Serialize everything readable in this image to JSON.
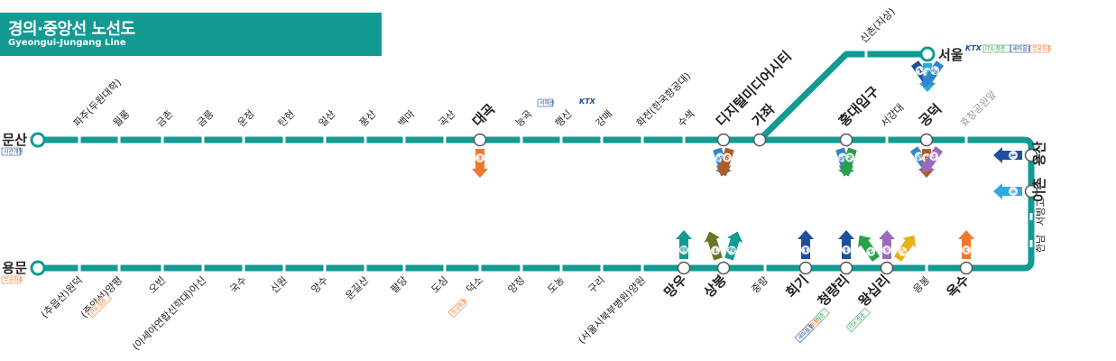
{
  "title": {
    "ko": "경의·중앙선 노선도",
    "en": "Gyeongui-Jungang Line"
  },
  "colors": {
    "line": "#129a93",
    "line1": "#1e4f9c",
    "line2": "#2b9e49",
    "line3": "#f0772d",
    "line4": "#2ea9df",
    "line5": "#9b6bb8",
    "line6": "#b05a26",
    "line7": "#6c7321",
    "airport": "#2f86c9",
    "gyeongchun": "#129a93",
    "bundang": "#e6b21a",
    "ktx": "#1e4f9c"
  },
  "stations_top": [
    {
      "name": "문산",
      "big": true,
      "tag": "시간개통"
    },
    {
      "name": "파주(두원대학)"
    },
    {
      "name": "월롱"
    },
    {
      "name": "금촌"
    },
    {
      "name": "금릉"
    },
    {
      "name": "운정"
    },
    {
      "name": "탄현"
    },
    {
      "name": "일산"
    },
    {
      "name": "풍산"
    },
    {
      "name": "백마"
    },
    {
      "name": "곡산"
    },
    {
      "name": "대곡",
      "big": true
    },
    {
      "name": "능곡",
      "tag": "서해선"
    },
    {
      "name": "행신",
      "tag": "KTX"
    },
    {
      "name": "강매"
    },
    {
      "name": "화전(한국항공대)"
    },
    {
      "name": "수색"
    },
    {
      "name": "디지털미디어시티",
      "big": true
    },
    {
      "name": "가좌",
      "big": true
    },
    {
      "name": "홍대입구",
      "big": true
    },
    {
      "name": "서강대"
    },
    {
      "name": "공덕",
      "big": true
    },
    {
      "name": "효창공원앞",
      "grey": true
    }
  ],
  "stations_branch": [
    {
      "name": "신촌(지상)"
    },
    {
      "name": "서울",
      "big": true,
      "tags": [
        "KTX",
        "ITX-청춘",
        "새마을호",
        "무궁화호"
      ]
    }
  ],
  "stations_right": [
    {
      "name": "용산",
      "big": true
    },
    {
      "name": "이촌",
      "big": true
    },
    {
      "name": "서빙고"
    },
    {
      "name": "한남"
    }
  ],
  "stations_bottom": [
    {
      "name": "용문",
      "big": true,
      "tag": "무궁화호"
    },
    {
      "name": "(추읍산)원덕"
    },
    {
      "name": "(중앙선)양평",
      "tag": "ITX-청춘"
    },
    {
      "name": "오빈"
    },
    {
      "name": "(아세아연합신학대)아신"
    },
    {
      "name": "국수"
    },
    {
      "name": "신원"
    },
    {
      "name": "양수"
    },
    {
      "name": "운길산"
    },
    {
      "name": "팔당"
    },
    {
      "name": "도심"
    },
    {
      "name": "덕소",
      "tag": "무궁화호"
    },
    {
      "name": "양정"
    },
    {
      "name": "도농"
    },
    {
      "name": "구리"
    },
    {
      "name": "(서울시북부병원)양원"
    },
    {
      "name": "망우",
      "big": true
    },
    {
      "name": "상봉",
      "big": true
    },
    {
      "name": "중랑"
    },
    {
      "name": "회기",
      "big": true
    },
    {
      "name": "청량리",
      "big": true,
      "tags": [
        "ITX-청춘",
        "무궁화호",
        "새마을호"
      ]
    },
    {
      "name": "왕십리",
      "big": true,
      "tags": [
        "ITX-청춘"
      ]
    },
    {
      "name": "응봉"
    },
    {
      "name": "옥수",
      "big": true
    }
  ],
  "transfers": [
    {
      "at": "대곡",
      "lines": [
        "3"
      ],
      "dir": "down"
    },
    {
      "at": "디지털미디어시티",
      "lines": [
        "공항",
        "6"
      ],
      "dir": "down"
    },
    {
      "at": "홍대입구",
      "lines": [
        "공항",
        "2"
      ],
      "dir": "down"
    },
    {
      "at": "공덕",
      "lines": [
        "공항",
        "6",
        "5"
      ],
      "dir": "down"
    },
    {
      "at": "서울",
      "lines": [
        "1",
        "4",
        "공항"
      ],
      "dir": "down"
    },
    {
      "at": "용산",
      "lines": [
        "1"
      ],
      "dir": "left"
    },
    {
      "at": "이촌",
      "lines": [
        "4"
      ],
      "dir": "left"
    },
    {
      "at": "망우",
      "lines": [
        "경춘"
      ],
      "dir": "up"
    },
    {
      "at": "상봉",
      "lines": [
        "7",
        "경춘"
      ],
      "dir": "up"
    },
    {
      "at": "회기",
      "lines": [
        "1"
      ],
      "dir": "up"
    },
    {
      "at": "청량리",
      "lines": [
        "1"
      ],
      "dir": "up"
    },
    {
      "at": "왕십리",
      "lines": [
        "2",
        "5",
        "분당"
      ],
      "dir": "up"
    },
    {
      "at": "옥수",
      "lines": [
        "3"
      ],
      "dir": "up"
    }
  ]
}
